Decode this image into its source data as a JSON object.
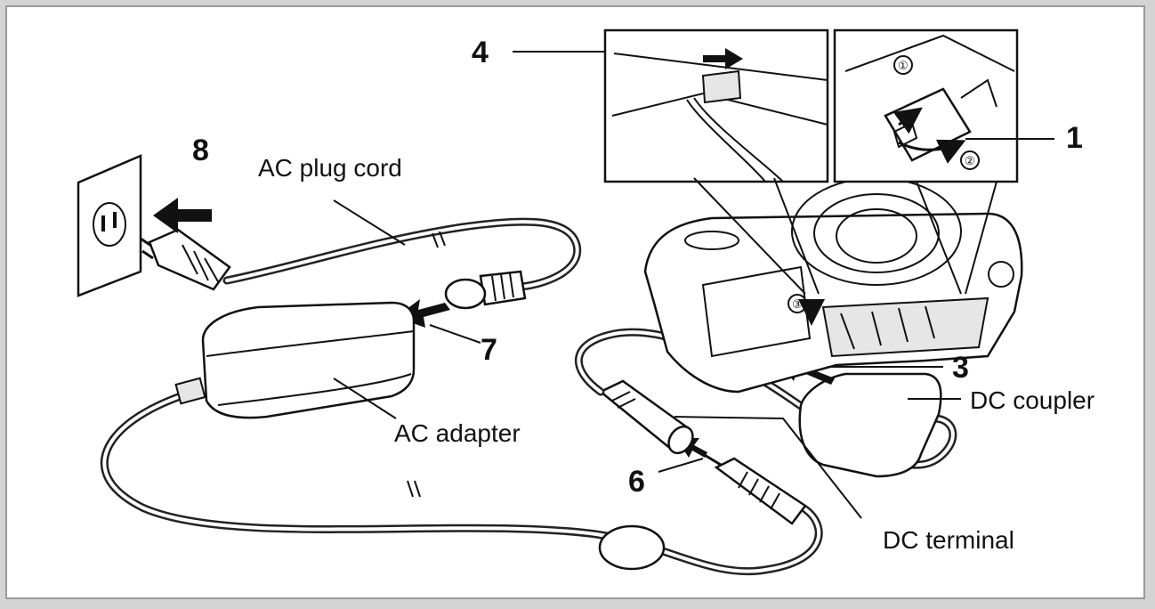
{
  "labels": {
    "ac_plug_cord": "AC plug cord",
    "ac_adapter": "AC adapter",
    "dc_coupler": "DC coupler",
    "dc_terminal": "DC terminal"
  },
  "steps": {
    "s1": "1",
    "s3": "3",
    "s4": "4",
    "s6": "6",
    "s7": "7",
    "s8": "8"
  },
  "circled": {
    "c1": "①",
    "c2": "②",
    "c3": "③"
  },
  "colors": {
    "ink": "#111111",
    "frame": "#9a9a9a",
    "background": "#ffffff"
  }
}
